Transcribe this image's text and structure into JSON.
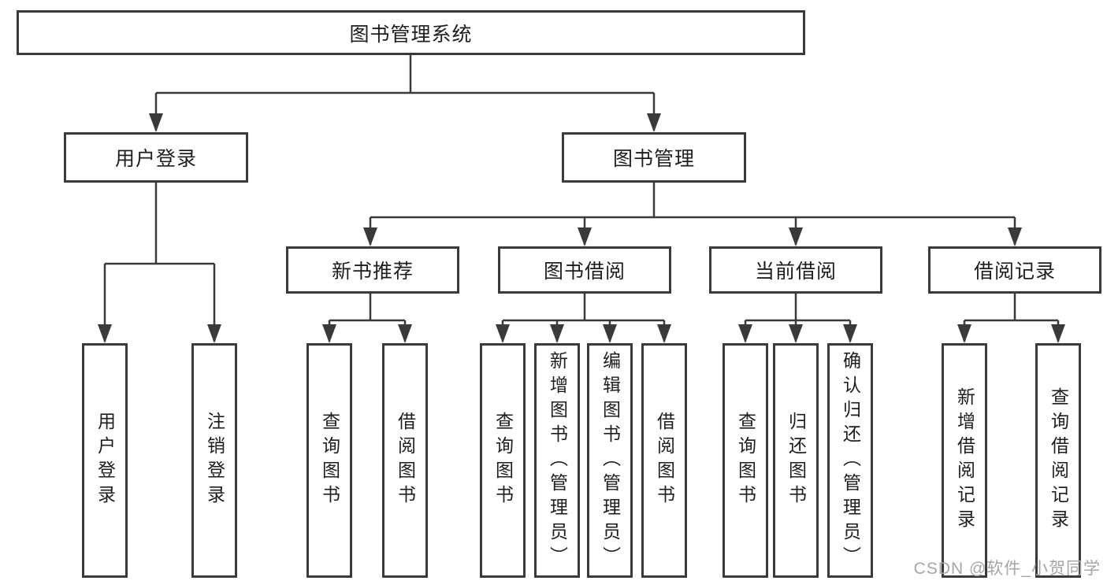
{
  "diagram": {
    "type": "hierarchy-tree",
    "title": "图书管理系统",
    "tree": {
      "label": "图书管理系统",
      "children": [
        {
          "label": "用户登录",
          "children": [
            {
              "label": "用户登录"
            },
            {
              "label": "注销登录"
            }
          ]
        },
        {
          "label": "图书管理",
          "children": [
            {
              "label": "新书推荐",
              "children": [
                {
                  "label": "查询图书"
                },
                {
                  "label": "借阅图书"
                }
              ]
            },
            {
              "label": "图书借阅",
              "children": [
                {
                  "label": "查询图书"
                },
                {
                  "label": "新增图书（管理员）"
                },
                {
                  "label": "编辑图书（管理员）"
                },
                {
                  "label": "借阅图书"
                }
              ]
            },
            {
              "label": "当前借阅",
              "children": [
                {
                  "label": "查询图书"
                },
                {
                  "label": "归还图书"
                },
                {
                  "label": "确认归还（管理员）"
                }
              ]
            },
            {
              "label": "借阅记录",
              "children": [
                {
                  "label": "新增借阅记录"
                },
                {
                  "label": "查询借阅记录"
                }
              ]
            }
          ]
        }
      ]
    },
    "colors": {
      "line": "#3a3a3a",
      "box_border": "#3a3a3a",
      "box_fill": "#ffffff",
      "text": "#1e1e1e",
      "background": "#ffffff",
      "watermark": "#a6a6a6"
    }
  },
  "watermark": {
    "text": "CSDN @软件_小贺同学"
  }
}
